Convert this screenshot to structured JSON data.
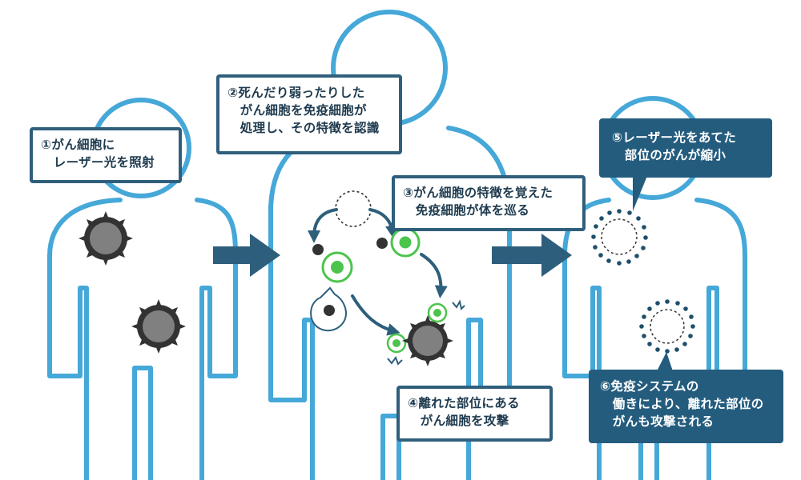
{
  "colors": {
    "body_outline": "#45a8d8",
    "arrow": "#2d5f7c",
    "callout_border": "#2f5f7c",
    "callout_dark_fill": "#245c7e",
    "cancer_cell": "#808080",
    "immune_cell": "#4cc44c",
    "dot": "#333333"
  },
  "callouts": {
    "step1": {
      "line1": "①がん細胞に",
      "line2": "　レーザー光を照射"
    },
    "step2": {
      "line1": "②死んだり弱ったりした",
      "line2": "　がん細胞を免疫細胞が",
      "line3": "　処理し、その特徴を認識"
    },
    "step3": {
      "line1": "③がん細胞の特徴を覚えた",
      "line2": "　免疫細胞が体を巡る"
    },
    "step4": {
      "line1": "④離れた部位にある",
      "line2": "　がん細胞を攻撃"
    },
    "step5": {
      "line1": "⑤レーザー光をあてた",
      "line2": "　部位のがんが縮小"
    },
    "step6": {
      "line1": "⑥免疫システムの",
      "line2": "　働きにより、離れた部位の",
      "line3": "　がんも攻撃される"
    }
  }
}
